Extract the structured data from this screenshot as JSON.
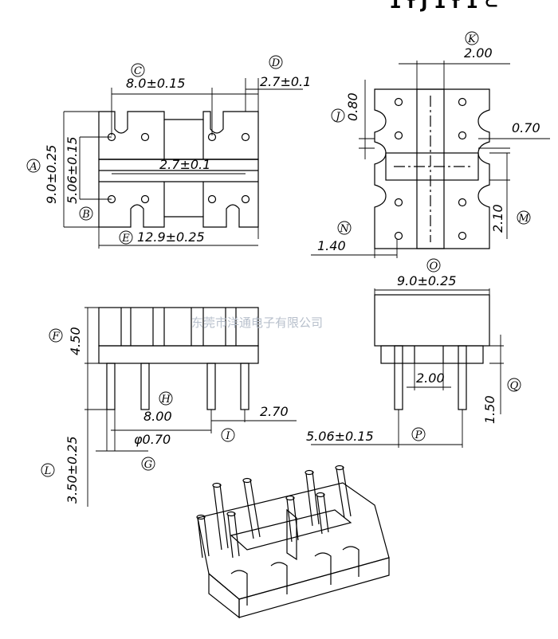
{
  "header_fragment": "1 f J  1 f 1 ⊂",
  "watermark": "东莞市洋通电子有限公司",
  "markers": {
    "A": "A",
    "B": "B",
    "C": "C",
    "D": "D",
    "E": "E",
    "F": "F",
    "G": "G",
    "H": "H",
    "I": "I",
    "J": "J",
    "K": "K",
    "L": "L",
    "M": "M",
    "N": "N",
    "O": "O",
    "P": "P",
    "Q": "Q"
  },
  "dims": {
    "A": "9.0±0.25",
    "B": "5.06±0.15",
    "C": "8.0±0.15",
    "D": "2.7±0.1",
    "D_inner": "2.7±0.1",
    "E": "12.9±0.25",
    "F": "4.50",
    "G": "φ0.70",
    "H": "8.00",
    "I": "2.70",
    "J": "0.80",
    "K": "2.00",
    "L": "3.50±0.25",
    "M": "2.10",
    "N": "1.40",
    "O": "9.0±0.25",
    "P": "5.06±0.15",
    "P_inner": "2.00",
    "Q": "1.50",
    "side_right": "0.70"
  },
  "colors": {
    "line": "#000000",
    "watermark": "#b8c0cc"
  }
}
